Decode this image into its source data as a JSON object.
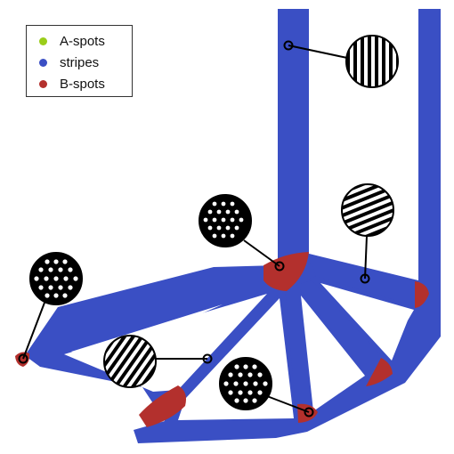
{
  "legend": {
    "items": [
      {
        "label": "A-spots",
        "color": "#9acd1a"
      },
      {
        "label": "stripes",
        "color": "#3a4fc4"
      },
      {
        "label": "B-spots",
        "color": "#b3302d"
      }
    ]
  },
  "colors": {
    "stripes_region": "#3a4fc4",
    "bspots_region": "#b3302d",
    "inset_black": "#000000",
    "inset_white": "#ffffff"
  },
  "insets": [
    {
      "pattern": "stripes-vertical"
    },
    {
      "pattern": "stripes-diagonal-shallow"
    },
    {
      "pattern": "spots-hex"
    },
    {
      "pattern": "spots-hex"
    },
    {
      "pattern": "stripes-diagonal-steep"
    },
    {
      "pattern": "spots-hex"
    }
  ]
}
